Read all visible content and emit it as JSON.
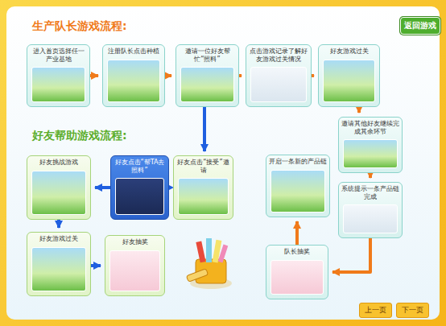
{
  "diagram": {
    "title": "生产队长游戏流程:",
    "nodes": [
      {
        "text": [
          "进入首页选择任一产业基地"
        ]
      },
      {
        "text": [
          "注册队长点击种植"
        ]
      },
      {
        "text": [
          "邀请一位好友帮忙“照料”"
        ]
      },
      {
        "text": [
          "点击游戏记录了解好友游戏过关情况"
        ]
      },
      {
        "text": [
          "好友游戏过关"
        ]
      },
      {
        "text": [
          "邀请其他好友继续完成其余环节"
        ]
      },
      {
        "text": [
          "系统提示一条产品链完成"
        ]
      },
      {
        "text": [
          "开启一条新的产品链"
        ]
      },
      {
        "text": [
          "队长抽奖"
        ]
      },
      {
        "text": [
          "好友点击“接受”邀请"
        ]
      },
      {
        "text": [
          "好友点击“帮TA去照料”"
        ]
      },
      {
        "text": [
          "好友挑战游戏"
        ]
      },
      {
        "text": [
          "好友游戏过关"
        ]
      },
      {
        "text": [
          "好友抽奖"
        ]
      }
    ],
    "edges": [
      {
        "from": 0,
        "to": 1,
        "arrow": "to"
      },
      {
        "from": 1,
        "to": 2,
        "arrow": "to"
      },
      {
        "from": 2,
        "to": 3,
        "arrow": "to"
      },
      {
        "from": 3,
        "to": 4,
        "arrow": "to"
      },
      {
        "from": 4,
        "to": 5,
        "arrow": "to"
      },
      {
        "from": 5,
        "to": 6,
        "arrow": "to"
      },
      {
        "from": 6,
        "to": 8,
        "arrow": "to"
      },
      {
        "from": 8,
        "to": 7,
        "arrow": "to"
      },
      {
        "from": 2,
        "to": 9,
        "arrow": "to"
      },
      {
        "from": 9,
        "to": 10,
        "arrow": "to"
      },
      {
        "from": 10,
        "to": 11,
        "arrow": "to"
      },
      {
        "from": 11,
        "to": 12,
        "arrow": "to"
      },
      {
        "from": 12,
        "to": 13,
        "arrow": "to"
      }
    ],
    "labels": [
      "好友帮助游戏流程:",
      "返回游戏",
      "上一页",
      "下一页"
    ]
  }
}
